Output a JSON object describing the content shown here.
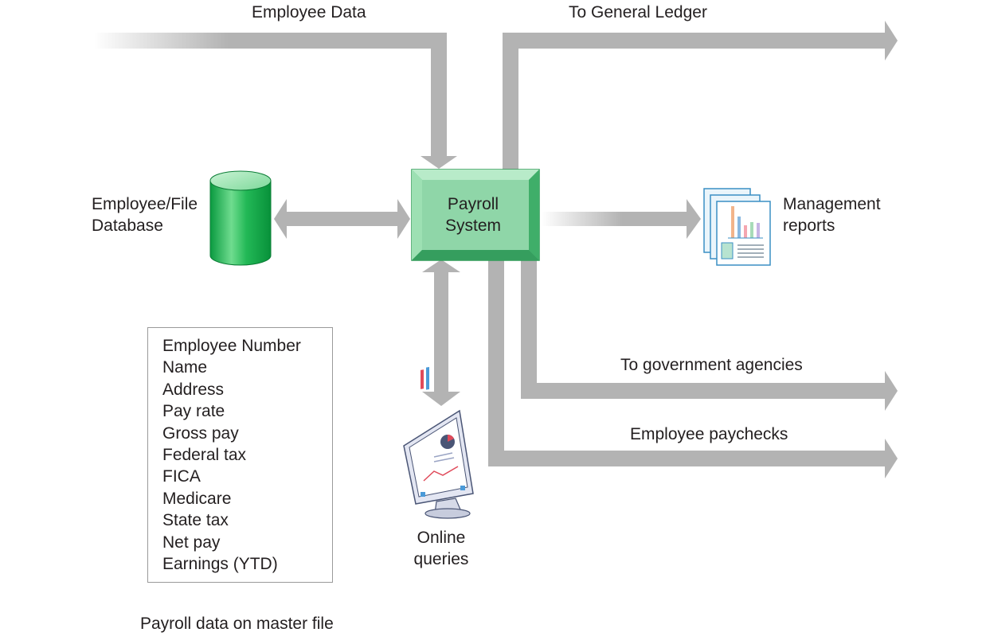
{
  "labels": {
    "employee_data": "Employee Data",
    "to_general_ledger": "To General Ledger",
    "employee_file_database": "Employee/File\nDatabase",
    "payroll_system": "Payroll\nSystem",
    "management_reports": "Management\nreports",
    "to_government_agencies": "To government agencies",
    "employee_paychecks": "Employee paychecks",
    "online_queries": "Online\nqueries",
    "master_file_caption": "Payroll data on master file"
  },
  "master_file_fields": [
    "Employee Number",
    "Name",
    "Address",
    "Pay rate",
    "Gross pay",
    "Federal tax",
    "FICA",
    "Medicare",
    "State tax",
    "Net pay",
    "Earnings (YTD)"
  ],
  "colors": {
    "arrow": "#b3b3b3",
    "payroll_fill": "#8fd6a8",
    "payroll_border": "#2e9a55",
    "database_green": "#11b04d",
    "report_blue": "#3a8fc4"
  },
  "icons": {
    "database": "database-cylinder-icon",
    "reports": "report-pages-icon",
    "queries": "monitor-icon"
  }
}
